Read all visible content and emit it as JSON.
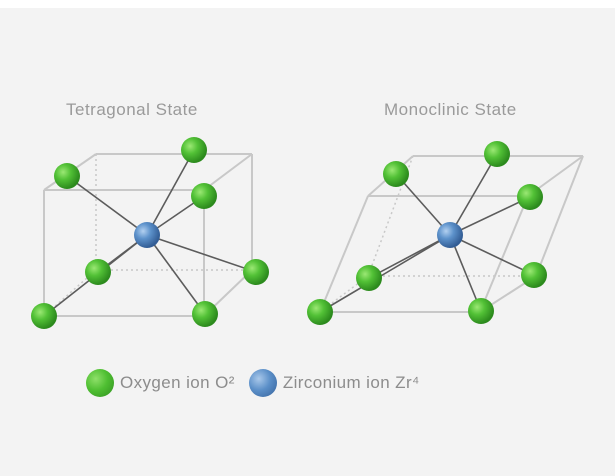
{
  "titles": {
    "left": "Tetragonal State",
    "right": "Monoclinic State"
  },
  "legend": {
    "oxygen_label": "Oxygen ion O²",
    "zirconium_label": "Zirconium ion Zr⁴"
  },
  "colors": {
    "oxygen": "#4fbf32",
    "zirconium": "#5b8fc8",
    "edge": "#c8c8c8",
    "bond": "#5c5c5c",
    "title_text": "#9a9a9a"
  }
}
